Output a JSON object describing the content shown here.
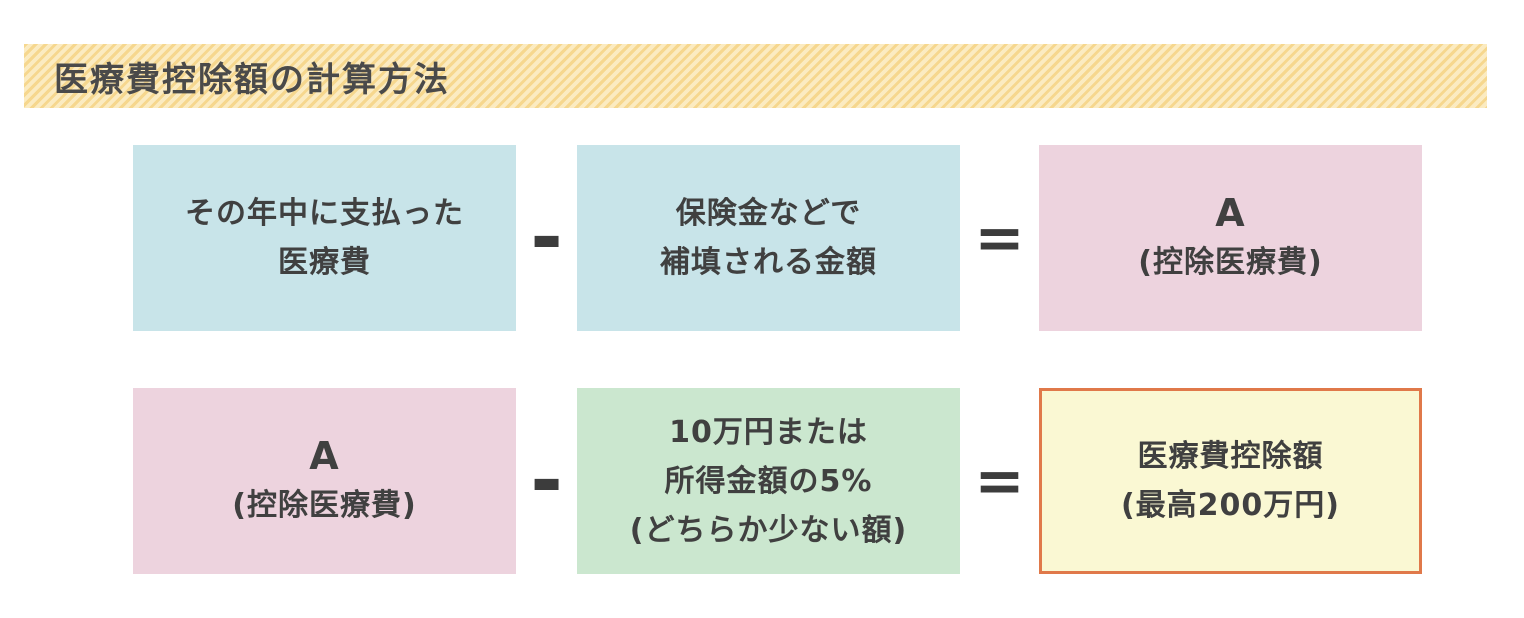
{
  "header": {
    "title": "医療費控除額の計算方法"
  },
  "colors": {
    "banner_stripe_light": "#FBEBC1",
    "banner_stripe_dark": "#F6D78E",
    "banner_text": "#4A4A4A",
    "blue_box": "#C8E4E9",
    "pink_box": "#EDD3DE",
    "green_box": "#CBE7CF",
    "yellow_box": "#FAF8D3",
    "yellow_box_border": "#E0794A",
    "box_text": "#404040",
    "operator": "#3C3C3C"
  },
  "rows": [
    {
      "box1": {
        "line1": "その年中に支払った",
        "line2": "医療費"
      },
      "op1": "-",
      "box2": {
        "line1": "保険金などで",
        "line2": "補填される金額"
      },
      "op2": "=",
      "box3": {
        "line1": "A",
        "line2": "(控除医療費)"
      }
    },
    {
      "box1": {
        "line1": "A",
        "line2": "(控除医療費)"
      },
      "op1": "-",
      "box2": {
        "line1": "10万円または",
        "line2": "所得金額の5%",
        "line3": "(どちらか少ない額)"
      },
      "op2": "=",
      "box3": {
        "line1": "医療費控除額",
        "line2": "(最高200万円)"
      }
    }
  ]
}
